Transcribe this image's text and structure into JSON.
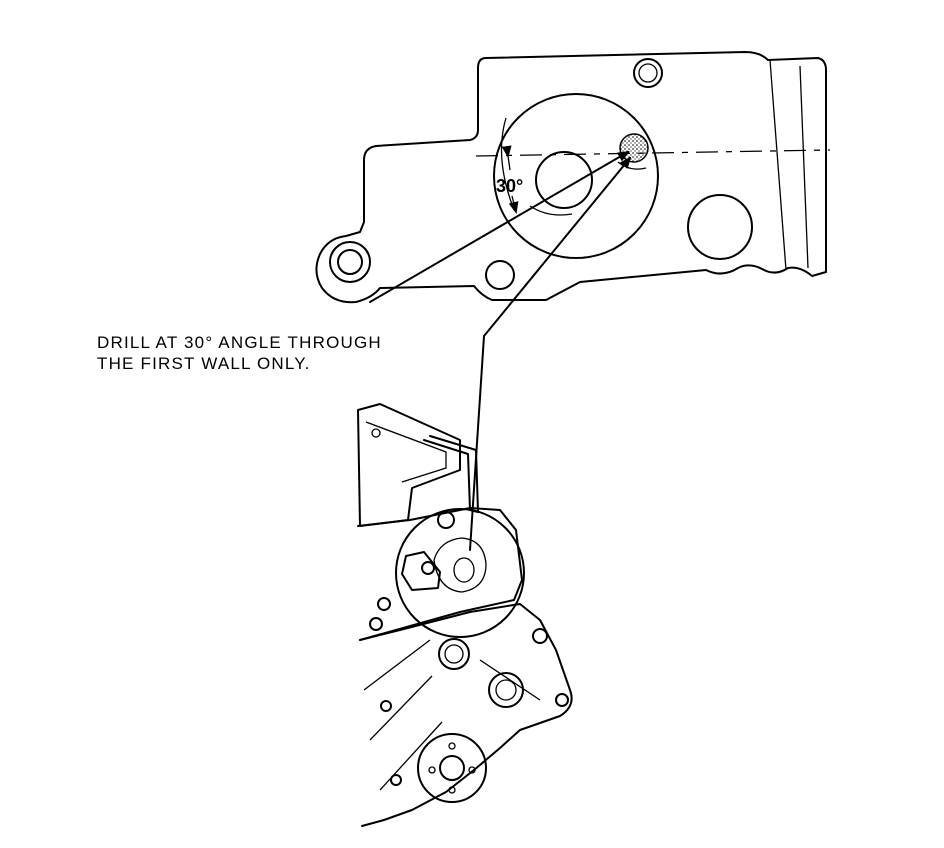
{
  "callout": {
    "line1": "DRILL AT 30° ANGLE THROUGH",
    "line2": "THE FIRST WALL ONLY."
  },
  "angle_label": "30°"
}
